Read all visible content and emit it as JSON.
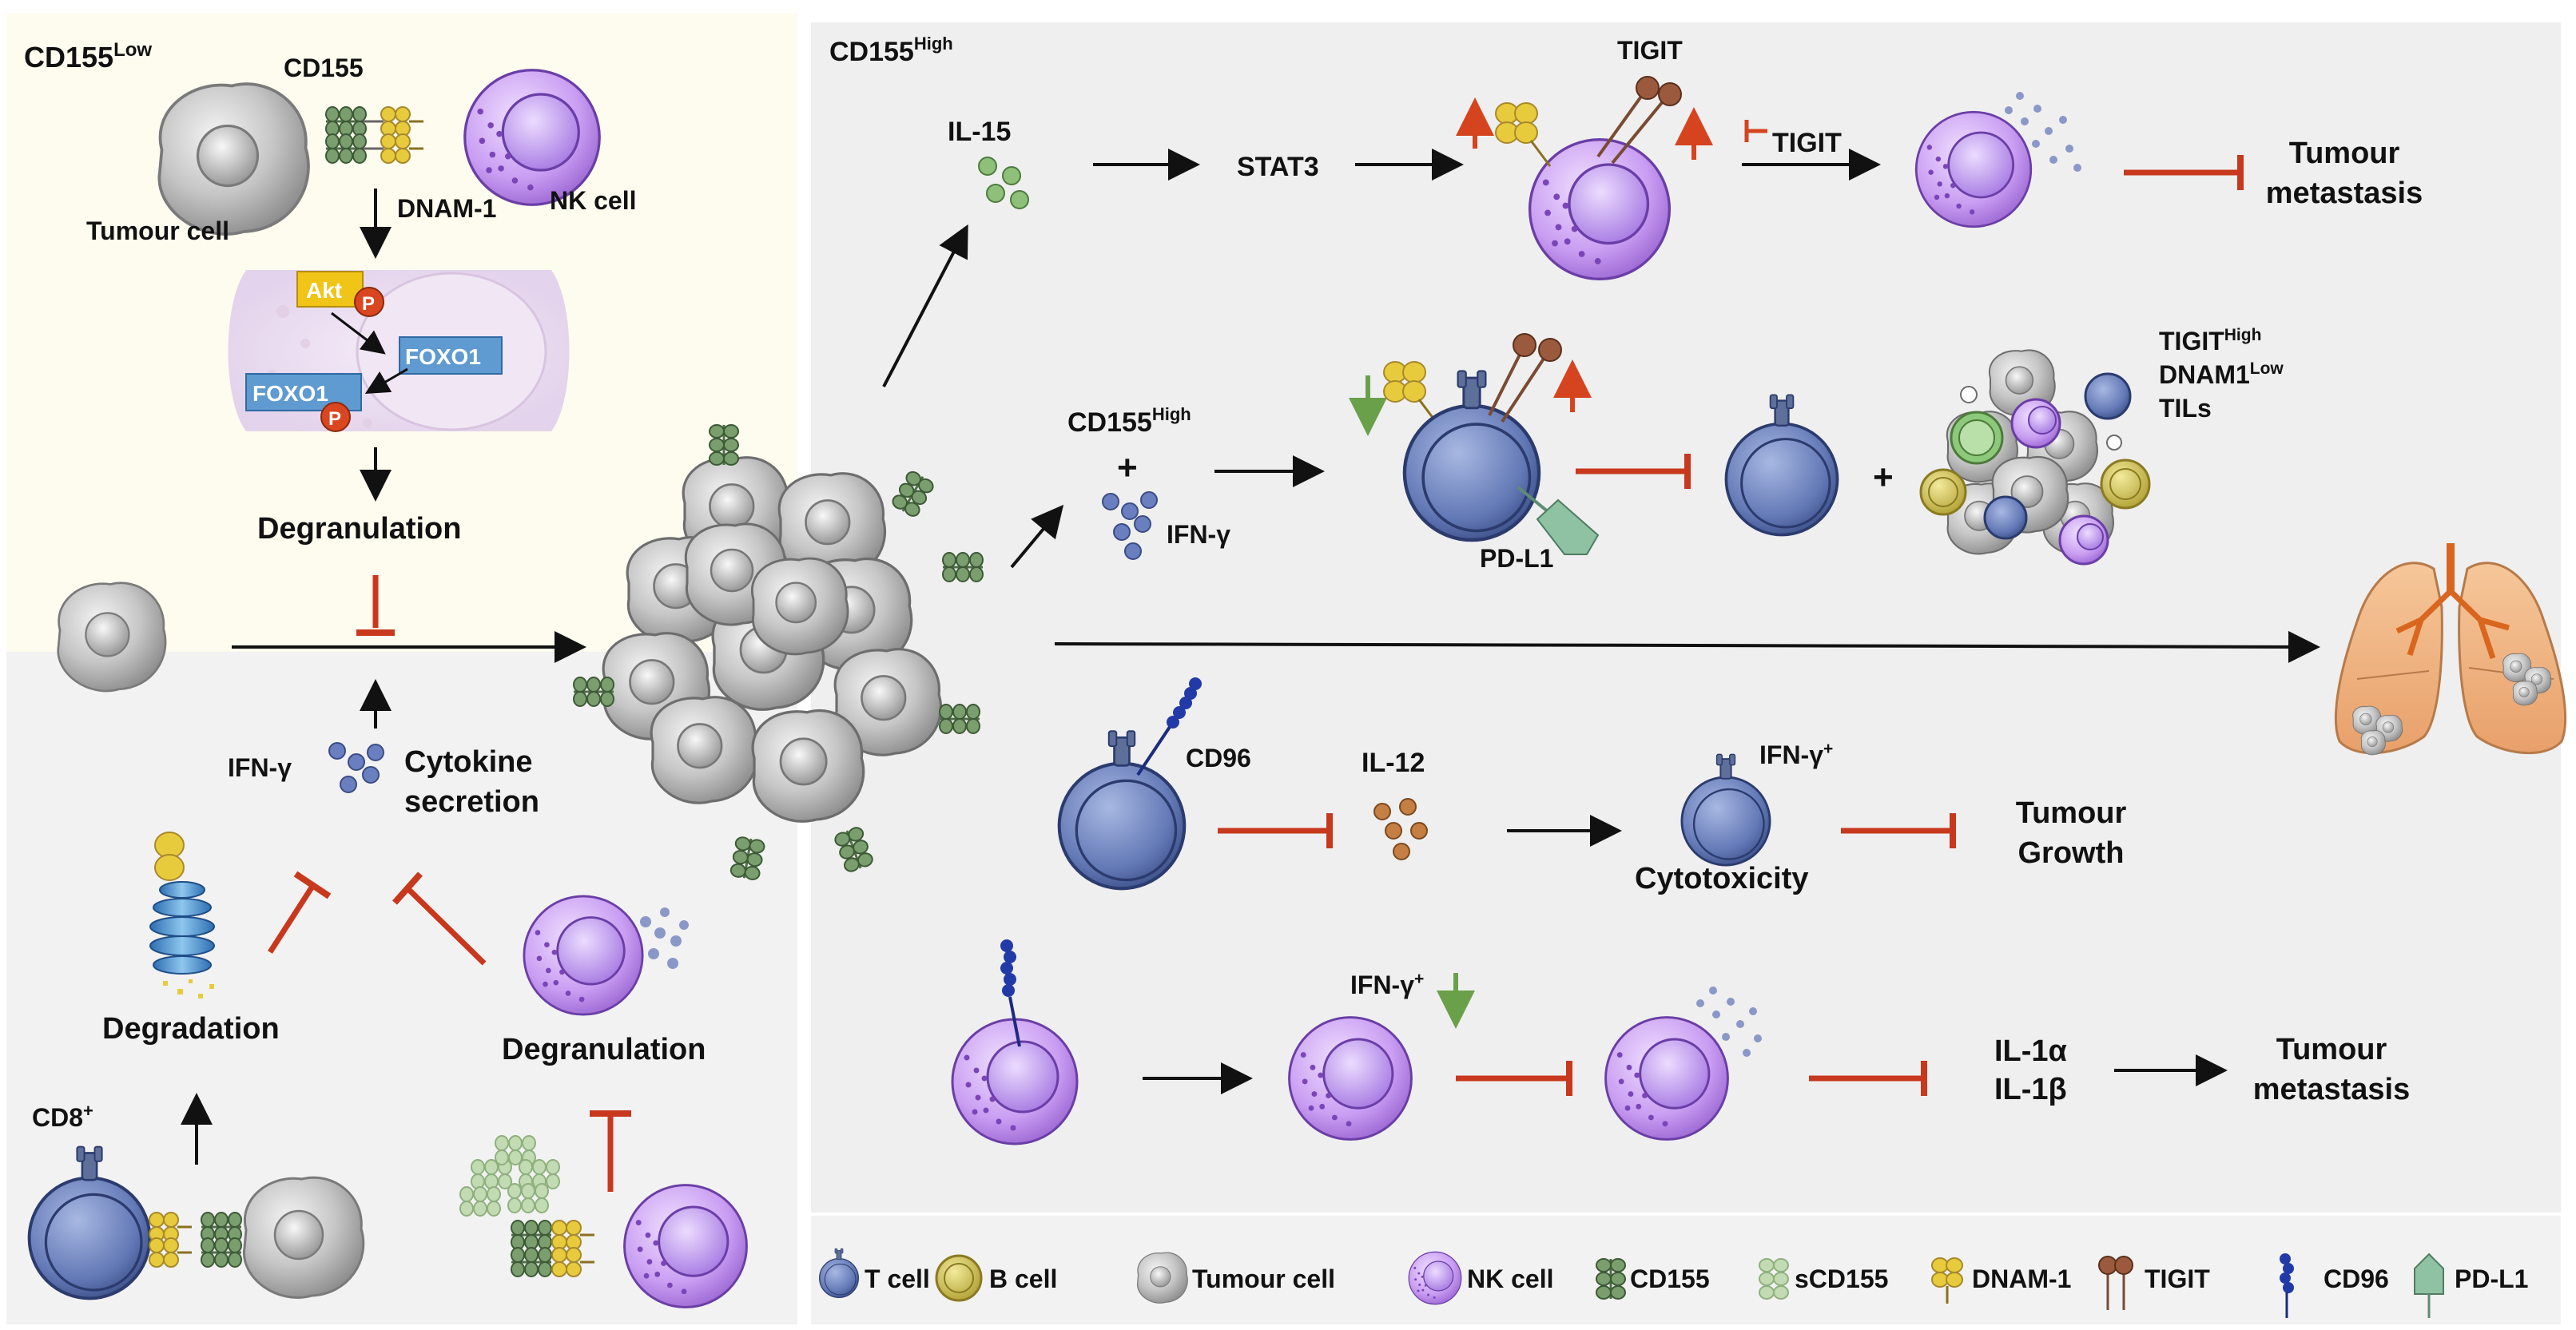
{
  "colors": {
    "left_low_bg": "#fdfcef",
    "left_bottom_bg": "#f2f2f2",
    "right_bg": "#efefef",
    "inhibit": "#c8381d",
    "up_arrow": "#d5431f",
    "down_arrow": "#6aa04a",
    "t_cell": "#6279b5",
    "nk_cell": "#c79ef0",
    "tumour_cell": "#bdbdbd",
    "b_cell": "#c9bd46",
    "cd155": "#7a9e6e",
    "scd155": "#b9d1a8",
    "dnam1": "#e8cb3d",
    "tigit": "#9b5a3d",
    "cd96": "#223aa8",
    "pdl1": "#8fc2a3",
    "akt": "#f1c418",
    "foxo1": "#5f9ad0",
    "phospho": "#d9461f"
  },
  "left_panel": {
    "title_main": "CD155",
    "title_sup": "Low",
    "cd155_label": "CD155",
    "tumour_label": "Tumour cell",
    "dnam1_label": "DNAM-1",
    "nk_label": "NK cell",
    "akt_label": "Akt",
    "p_label": "P",
    "foxo1_label": "FOXO1",
    "foxo1_p_label": "FOXO1",
    "degranulation_top": "Degranulation",
    "ifng_label": "IFN-γ",
    "cytokine_line1": "Cytokine",
    "cytokine_line2": "secretion",
    "degradation_label": "Degradation",
    "degranulation_bottom": "Degranulation",
    "cd8_main": "CD8",
    "cd8_sup": "+"
  },
  "right_panel": {
    "title_main": "CD155",
    "title_sup": "High",
    "row1": {
      "il15": "IL-15",
      "stat3": "STAT3",
      "tigit": "TIGIT",
      "tigit_block": "TIGIT",
      "outcome_line1": "Tumour",
      "outcome_line2": "metastasis"
    },
    "row2": {
      "cd155_main": "CD155",
      "cd155_sup": "High",
      "plus": "+",
      "ifng": "IFN-γ",
      "pdl1": "PD-L1",
      "plus2": "+",
      "tigit_main": "TIGIT",
      "tigit_sup": "High",
      "dnam1_main": "DNAM1",
      "dnam1_sup": "Low",
      "tils": "TILs"
    },
    "row3": {
      "cd96": "CD96",
      "il12": "IL-12",
      "ifng_main": "IFN-γ",
      "ifng_sup": "+",
      "cytotoxicity": "Cytotoxicity",
      "outcome_line1": "Tumour",
      "outcome_line2": "Growth"
    },
    "row4": {
      "ifng_main": "IFN-γ",
      "ifng_sup": "+",
      "il1a": "IL-1α",
      "il1b": "IL-1β",
      "outcome_line1": "Tumour",
      "outcome_line2": "metastasis"
    }
  },
  "legend": [
    {
      "icon": "t-cell-icon",
      "label": "T cell"
    },
    {
      "icon": "b-cell-icon",
      "label": "B cell"
    },
    {
      "icon": "tumour-cell-icon",
      "label": "Tumour cell"
    },
    {
      "icon": "nk-cell-icon",
      "label": "NK cell"
    },
    {
      "icon": "cd155-icon",
      "label": "CD155"
    },
    {
      "icon": "scd155-icon",
      "label": "sCD155"
    },
    {
      "icon": "dnam1-icon",
      "label": "DNAM-1"
    },
    {
      "icon": "tigit-icon",
      "label": "TIGIT"
    },
    {
      "icon": "cd96-icon",
      "label": "CD96"
    },
    {
      "icon": "pdl1-icon",
      "label": "PD-L1"
    }
  ]
}
